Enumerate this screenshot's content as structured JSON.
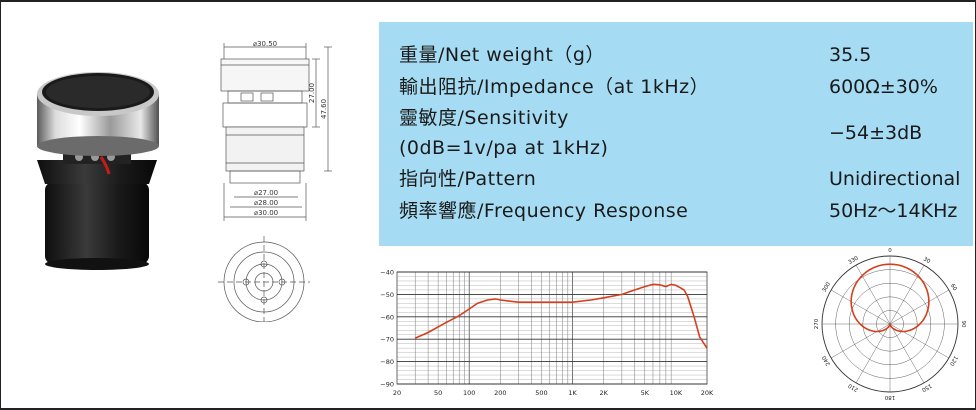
{
  "specs": [
    {
      "label": "重量/Net weight（g）",
      "value": "35.5"
    },
    {
      "label": "輸出阻抗/Impedance（at 1kHz）",
      "value": "600Ω±30%"
    },
    {
      "label": "靈敏度/Sensitivity",
      "label2": "(0dB=1v/pa at 1kHz)",
      "value": "−54±3dB"
    },
    {
      "label": "指向性/Pattern",
      "value": "Unidirectional"
    },
    {
      "label": "頻率響應/Frequency Response",
      "value": "50Hz～14KHz"
    }
  ],
  "drawing": {
    "dim_top": "⌀30.50",
    "dim_height1": "27.00",
    "dim_height2": "47.60",
    "dim_b1": "⌀27.00",
    "dim_b2": "⌀28.00",
    "dim_b3": "⌀30.00"
  },
  "colors": {
    "panel": "#a6dcf3",
    "curve": "#d4401e"
  },
  "chart_data": [
    {
      "type": "line",
      "title": "",
      "xlabel": "",
      "ylabel": "",
      "x_scale": "log",
      "xlim": [
        20,
        20000
      ],
      "ylim": [
        -90,
        -40
      ],
      "x_ticks": [
        {
          "v": 20,
          "label": "20"
        },
        {
          "v": 50,
          "label": "50"
        },
        {
          "v": 100,
          "label": "100"
        },
        {
          "v": 200,
          "label": "200"
        },
        {
          "v": 500,
          "label": "500"
        },
        {
          "v": 1000,
          "label": "1K"
        },
        {
          "v": 2000,
          "label": "2K"
        },
        {
          "v": 5000,
          "label": "5K"
        },
        {
          "v": 10000,
          "label": "10K"
        },
        {
          "v": 20000,
          "label": "20K"
        }
      ],
      "y_ticks": [
        {
          "v": -40,
          "label": "−40"
        },
        {
          "v": -50,
          "label": "−50"
        },
        {
          "v": -60,
          "label": "−60"
        },
        {
          "v": -70,
          "label": "−70"
        },
        {
          "v": -80,
          "label": "−80"
        },
        {
          "v": -90,
          "label": "−90"
        }
      ],
      "grid": true,
      "series": [
        {
          "x": [
            30,
            40,
            50,
            60,
            80,
            100,
            120,
            150,
            180,
            200,
            300,
            500,
            1000,
            1500,
            2000,
            3000,
            4000,
            5000,
            6000,
            7000,
            8000,
            9000,
            10000,
            11000,
            12000,
            13000,
            15000,
            17000,
            20000
          ],
          "y": [
            -69.5,
            -67,
            -64.5,
            -62.5,
            -59.5,
            -56.5,
            -54,
            -52.5,
            -52,
            -52.5,
            -53.5,
            -53.5,
            -53.5,
            -52.5,
            -51.5,
            -50,
            -48,
            -46.5,
            -45.5,
            -45.7,
            -46.5,
            -45.5,
            -46,
            -47,
            -48,
            -51,
            -60,
            -69,
            -74
          ]
        }
      ]
    },
    {
      "type": "polar",
      "title": "",
      "angle_ticks": [
        {
          "deg": 0,
          "label": "0"
        },
        {
          "deg": 30,
          "label": "30"
        },
        {
          "deg": 60,
          "label": "60"
        },
        {
          "deg": 90,
          "label": "90"
        },
        {
          "deg": 120,
          "label": "120"
        },
        {
          "deg": 150,
          "label": "150"
        },
        {
          "deg": 180,
          "label": "180"
        },
        {
          "deg": 210,
          "label": "210"
        },
        {
          "deg": 240,
          "label": "240"
        },
        {
          "deg": 270,
          "label": "270"
        },
        {
          "deg": 300,
          "label": "300"
        },
        {
          "deg": 330,
          "label": "330"
        }
      ],
      "pattern": "cardioid",
      "series": [
        {
          "angles": [
            0,
            30,
            60,
            90,
            120,
            150,
            180,
            210,
            240,
            270,
            300,
            330
          ],
          "r": [
            1,
            0.93,
            0.75,
            0.5,
            0.25,
            0.07,
            0,
            0.07,
            0.25,
            0.5,
            0.75,
            0.93
          ]
        }
      ]
    }
  ]
}
